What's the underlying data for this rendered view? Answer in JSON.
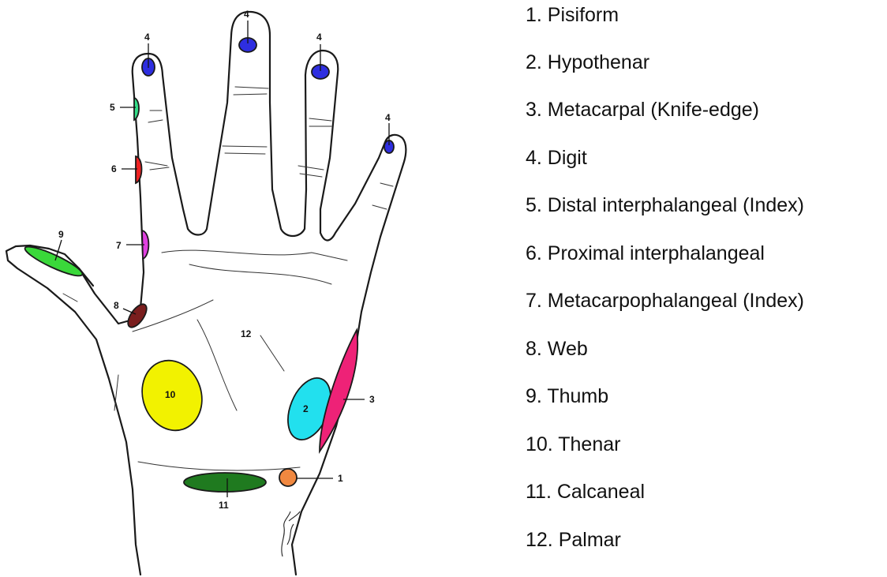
{
  "figure": {
    "region_labels": {
      "r1": "1",
      "r2": "2",
      "r3": "3",
      "r4": "4",
      "r5": "5",
      "r6": "6",
      "r7": "7",
      "r8": "8",
      "r9": "9",
      "r10": "10",
      "r11": "11",
      "r12": "12"
    },
    "region_colors": {
      "pisiform": "#f08840",
      "hypothenar": "#22e0ee",
      "metacarpal": "#ee2277",
      "digit": "#2e2ee0",
      "distal_ip": "#33dd88",
      "proximal_ip": "#ee2222",
      "metacarpophalangeal": "#e040e0",
      "web": "#7a1e1e",
      "thumb": "#3ad83a",
      "thenar": "#f2f200",
      "calcaneal": "#1f7a1f"
    }
  },
  "legend": {
    "items": [
      "1. Pisiform",
      "2. Hypothenar",
      "3. Metacarpal (Knife-edge)",
      "4. Digit",
      "5. Distal interphalangeal (Index)",
      "6. Proximal interphalangeal",
      "7. Metacarpophalangeal (Index)",
      "8. Web",
      "9. Thumb",
      "10. Thenar",
      "11. Calcaneal",
      "12. Palmar"
    ]
  }
}
